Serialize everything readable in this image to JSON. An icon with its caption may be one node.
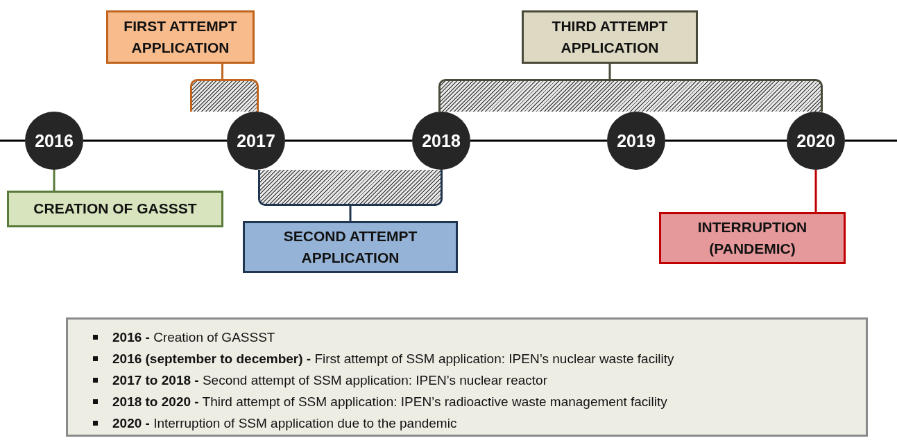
{
  "diagram": {
    "nodes": [
      {
        "text": [
          "FIRST ATTEMPT APPLICATION"
        ]
      },
      {
        "text": [
          "THIRD ATTEMPT APPLICATION"
        ]
      },
      {
        "text": [],
        "shape": "bar"
      },
      {
        "text": [],
        "shape": "bar"
      },
      {
        "text": [
          "2016"
        ]
      },
      {
        "text": [
          "2017"
        ]
      },
      {
        "text": [
          "2018"
        ]
      },
      {
        "text": [
          "2019"
        ]
      },
      {
        "text": [
          "2020"
        ]
      },
      {
        "text": [],
        "shape": "bar"
      },
      {
        "text": [
          "CREATION OF GASSST"
        ]
      },
      {
        "text": [
          "SECOND ATTEMPT APPLICATION"
        ]
      },
      {
        "text": [
          "INTERRUPTION (PANDEMIC)"
        ]
      },
      {
        "text": [
          "**2016 -** Creation of GASSST",
          "**2016 (september to december) -** First attempt of SSM application: IPEN’s nuclear waste facility",
          "**2017 to 2018 -** Second attempt of SSM application: IPEN’s nuclear reactor",
          "**2018 to 2020 -** Third attempt of SSM application: IPEN’s radioactive waste management facility",
          "**2020 -** Interruption of SSM application due to the pandemic"
        ]
      }
    ],
    "edges": [
      {
        "from": 0,
        "to": 2,
        "arrow": "none",
        "color": "#c0651f"
      },
      {
        "from": 1,
        "to": 3,
        "arrow": "none",
        "color": "#4a4a3a"
      },
      {
        "from": 4,
        "to": 5,
        "arrow": "none"
      },
      {
        "from": 5,
        "to": 6,
        "arrow": "none"
      },
      {
        "from": 6,
        "to": 7,
        "arrow": "none"
      },
      {
        "from": 7,
        "to": 8,
        "arrow": "none"
      },
      {
        "from": 10,
        "to": 4,
        "arrow": "none",
        "color": "#5a7a3a"
      },
      {
        "from": 11,
        "to": 9,
        "arrow": "none",
        "color": "#1f3550"
      },
      {
        "from": 12,
        "to": 8,
        "arrow": "none",
        "color": "#c00000"
      }
    ]
  }
}
